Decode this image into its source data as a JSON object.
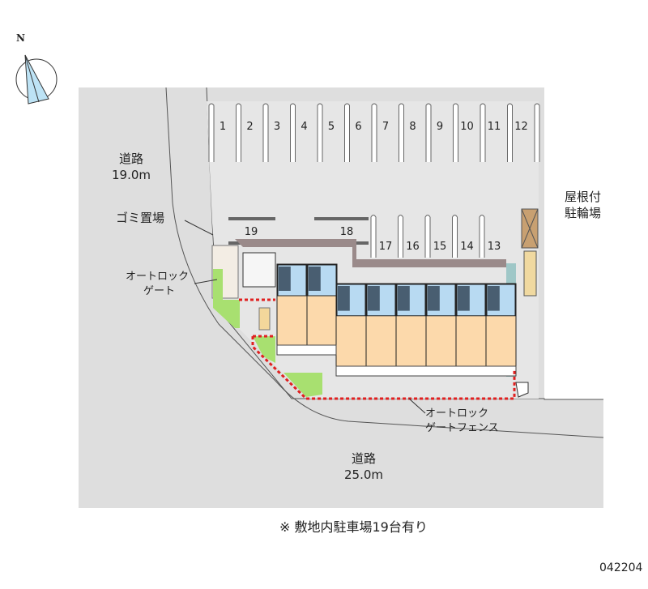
{
  "compass": {
    "label": "N"
  },
  "roads": {
    "left": {
      "name": "道路",
      "width": "19.0m"
    },
    "bottom": {
      "name": "道路",
      "width": "25.0m"
    }
  },
  "labels": {
    "garbage": "ゴミ置場",
    "autolock_gate_1": "オートロック",
    "autolock_gate_2": "ゲート",
    "fence_1": "オートロック",
    "fence_2": "ゲートフェンス",
    "bike_1": "屋根付",
    "bike_2": "駐輪場"
  },
  "parking": {
    "top_row": [
      "1",
      "2",
      "3",
      "4",
      "5",
      "6",
      "7",
      "8",
      "9",
      "10",
      "11",
      "12"
    ],
    "middle_row": [
      "17",
      "16",
      "15",
      "14",
      "13"
    ],
    "side": [
      "19",
      "18"
    ]
  },
  "building": {
    "upper_units": 2,
    "lower_units": 6
  },
  "note": "※ 敷地内駐車場19台有り",
  "code": "042204",
  "colors": {
    "ground": "#dedede",
    "room": "#fcd9ab",
    "wet": "#b8daf2",
    "green": "#a8e070",
    "fence": "#e02020",
    "terrace": "#9a8a8a"
  }
}
